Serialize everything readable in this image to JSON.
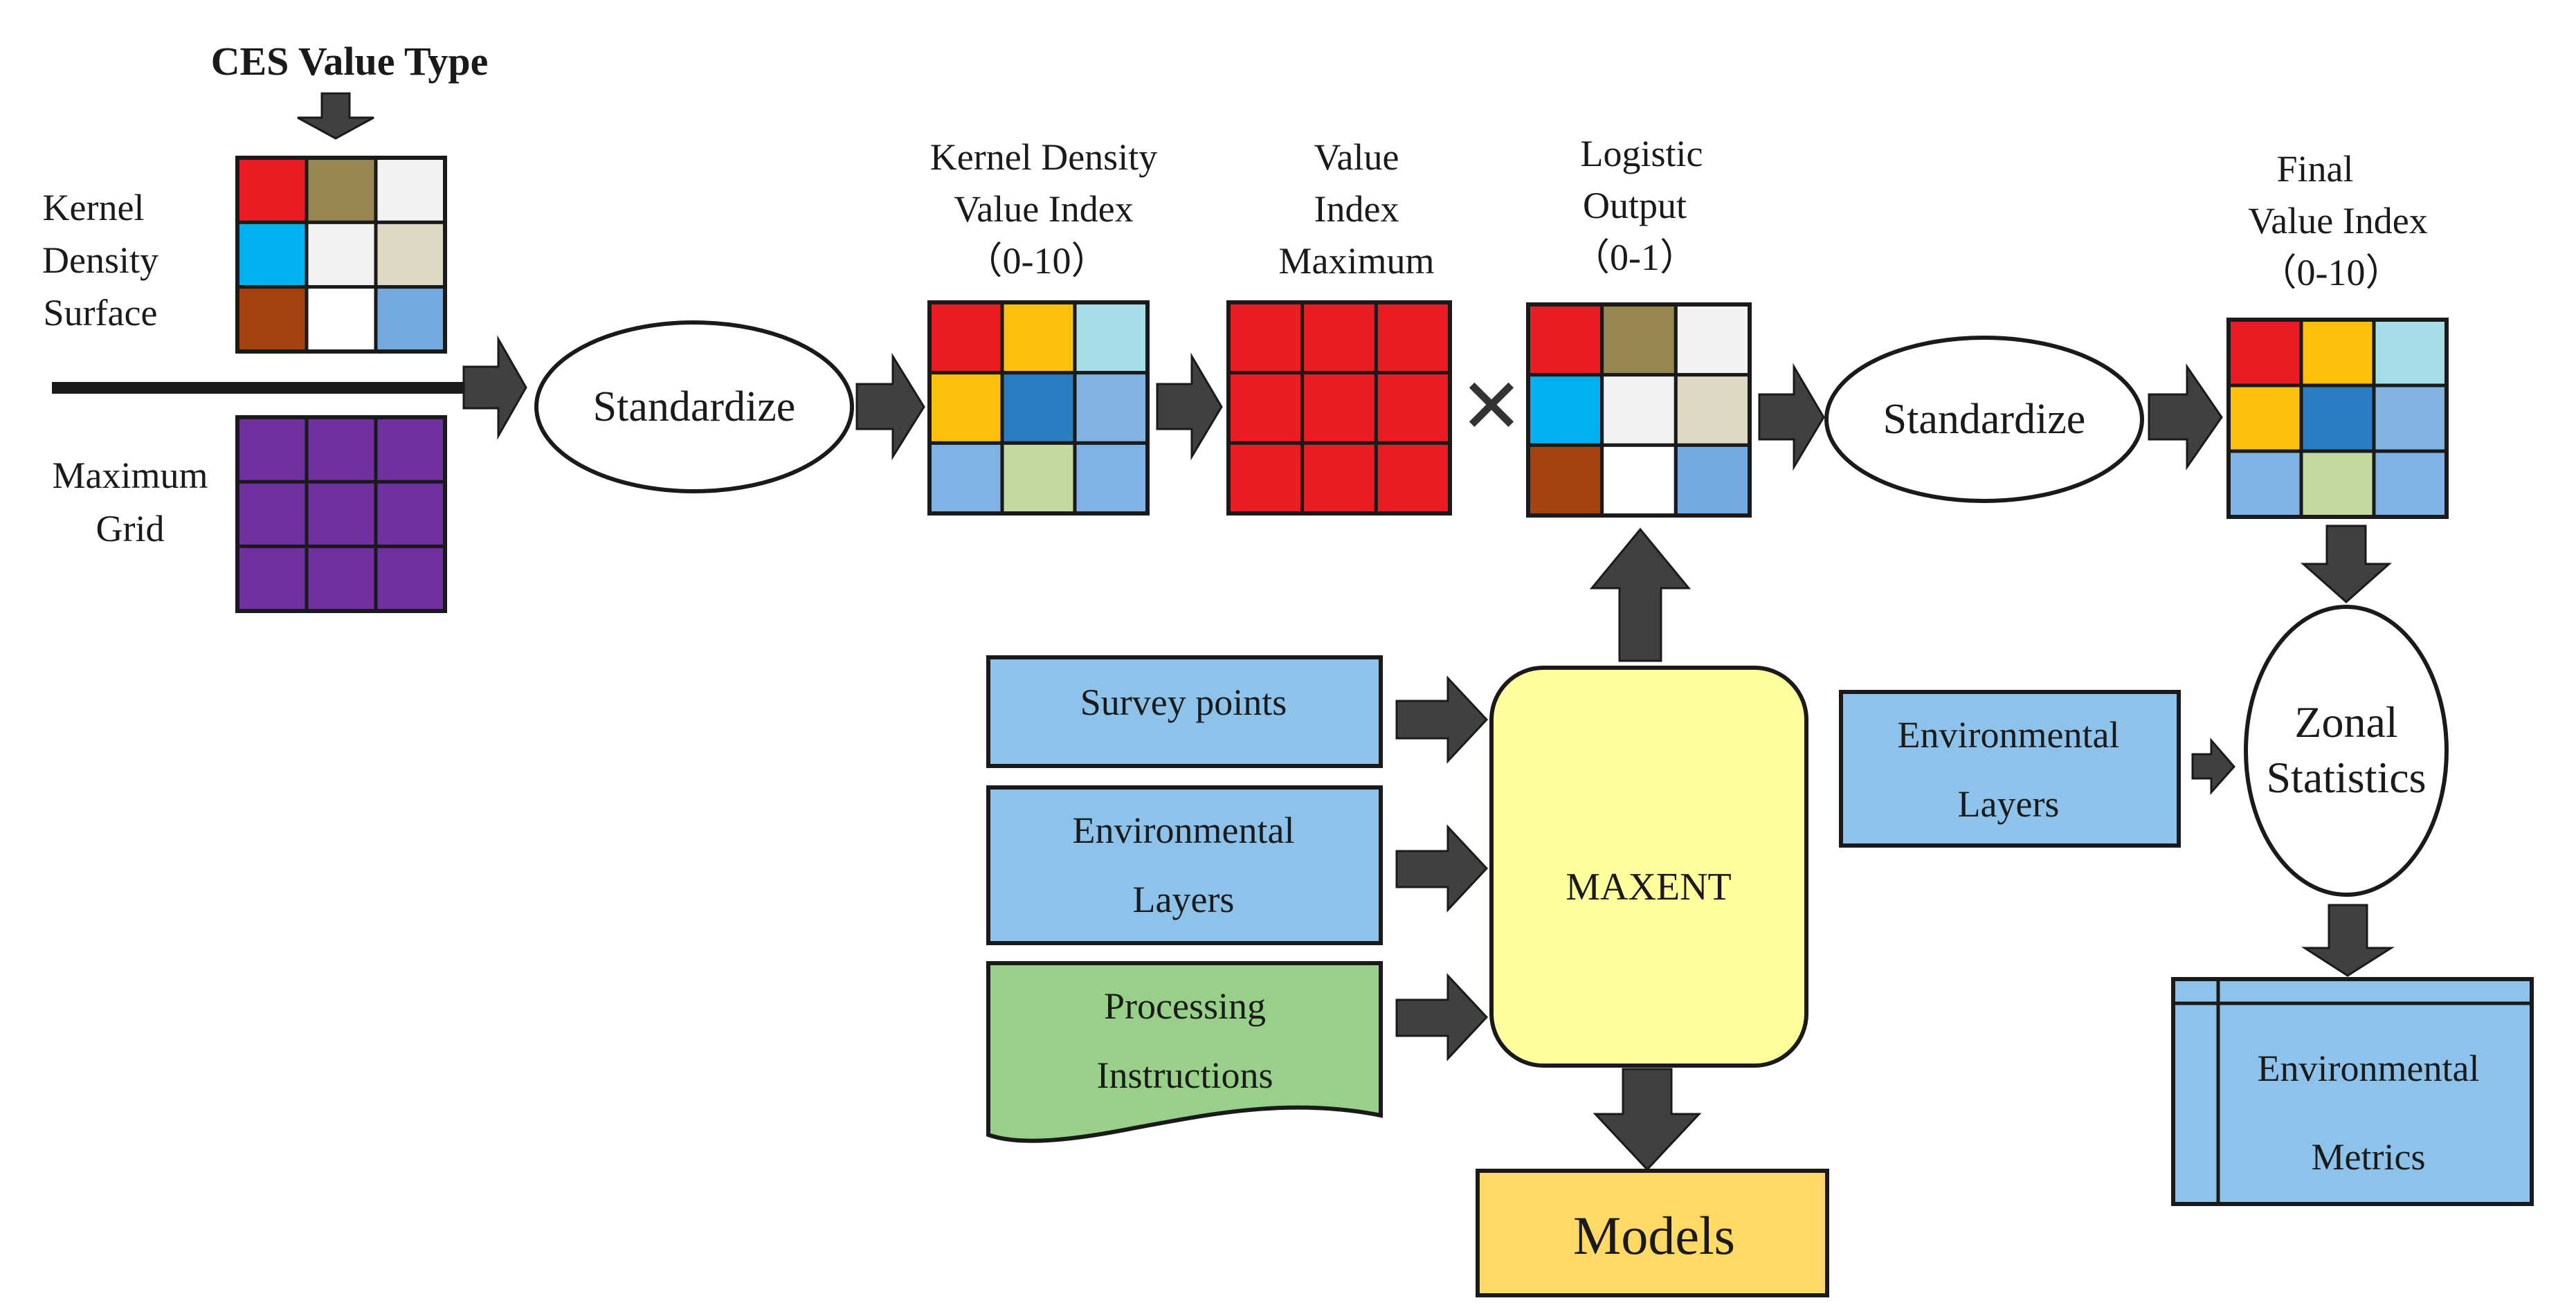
{
  "title": "CES Value Type",
  "labels": {
    "kernel_density_surface": [
      "Kernel",
      "Density",
      "Surface"
    ],
    "maximum_grid": [
      "Maximum",
      "Grid"
    ],
    "standardize_1": "Standardize",
    "standardize_2": "Standardize",
    "kd_value_index": [
      "Kernel Density",
      "Value Index",
      "（0-10）"
    ],
    "value_index_maximum": [
      "Value",
      "Index",
      "Maximum"
    ],
    "logistic_output": [
      "Logistic",
      "Output",
      "（0-1）"
    ],
    "final_value_index": [
      "Final",
      "Value Index",
      "（0-10）"
    ],
    "survey_points": "Survey points",
    "env_layers_left": [
      "Environmental",
      "Layers"
    ],
    "processing_instructions": [
      "Processing",
      "Instructions"
    ],
    "maxent": "MAXENT",
    "models": "Models",
    "env_layers_right": [
      "Environmental",
      "Layers"
    ],
    "zonal_statistics": [
      "Zonal",
      "Statistics"
    ],
    "environmental_metrics": [
      "Environmental",
      "Metrics"
    ],
    "multiply_symbol": "✕"
  },
  "colors": {
    "kernel_grid": [
      "#ec1c24",
      "#968752",
      "#f2f2f2",
      "#00b0ef",
      "#f2f2f2",
      "#ddd9c4",
      "#a5420e",
      "#ffffff",
      "#72aae1"
    ],
    "maximum_grid": [
      "#7030a0",
      "#7030a0",
      "#7030a0",
      "#7030a0",
      "#7030a0",
      "#7030a0",
      "#7030a0",
      "#7030a0",
      "#7030a0"
    ],
    "kd_value_index_grid": [
      "#ec1c24",
      "#fbbf0e",
      "#a6dde6",
      "#fbbf0e",
      "#2a7dc0",
      "#82b3e3",
      "#80b2e3",
      "#c2d9a0",
      "#80b2e3"
    ],
    "value_index_max_grid": [
      "#ec1c24",
      "#ec1c24",
      "#ec1c24",
      "#ec1c24",
      "#ec1c24",
      "#ec1c24",
      "#ec1c24",
      "#ec1c24",
      "#ec1c24"
    ],
    "logistic_grid": [
      "#ec1c24",
      "#968752",
      "#f2f2f2",
      "#00b0ef",
      "#f2f2f2",
      "#ddd9c4",
      "#a5420e",
      "#ffffff",
      "#72aae1"
    ],
    "final_grid": [
      "#ec1c24",
      "#fbbf0e",
      "#a6dde6",
      "#fbbf0e",
      "#2a7dc0",
      "#82b3e3",
      "#80b2e3",
      "#c2d9a0",
      "#80b2e3"
    ],
    "input_box_blue": "#8dc3ea",
    "processing_green": "#98d08a",
    "maxent_yellow": "#ffff9e",
    "models_gold": "#ffd966",
    "arrow_fill": "#404040"
  }
}
